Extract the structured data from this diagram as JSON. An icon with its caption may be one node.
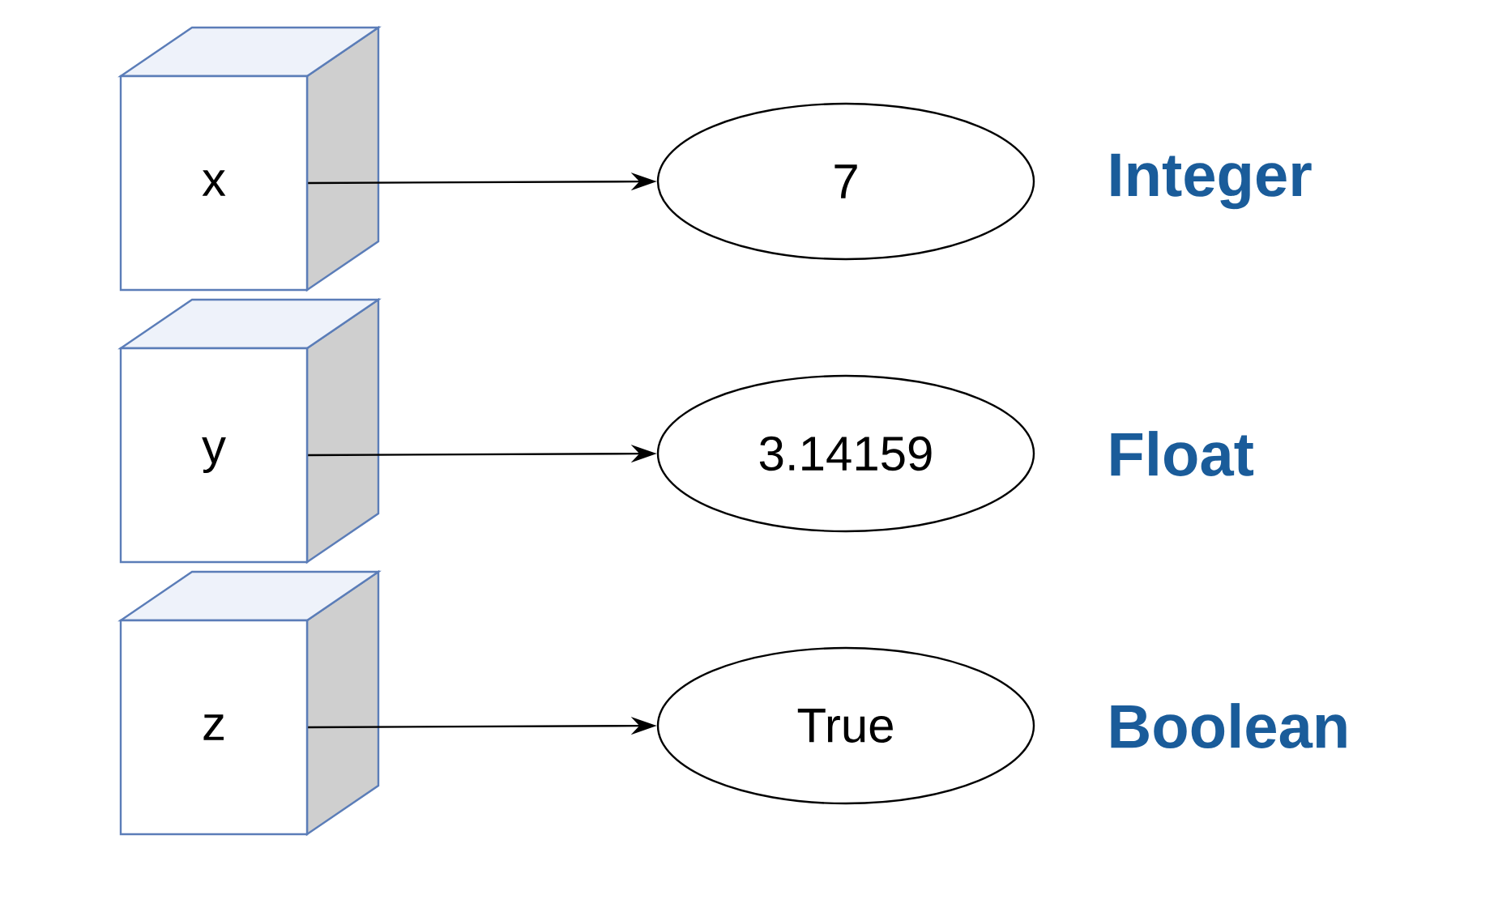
{
  "diagram": {
    "nodes": [
      {
        "text": [
          "x"
        ]
      },
      {
        "text": [
          "7"
        ],
        "beside": [
          "Integer"
        ]
      },
      {
        "text": [
          "y"
        ]
      },
      {
        "text": [
          "3.14159"
        ],
        "beside": [
          "Float"
        ]
      },
      {
        "text": [
          "z"
        ]
      },
      {
        "text": [
          "True"
        ],
        "beside": [
          "Boolean"
        ]
      }
    ],
    "edges": [
      {
        "from": 0,
        "to": 1,
        "arrow": "to"
      },
      {
        "from": 2,
        "to": 3,
        "arrow": "to"
      },
      {
        "from": 4,
        "to": 5,
        "arrow": "to"
      }
    ]
  }
}
